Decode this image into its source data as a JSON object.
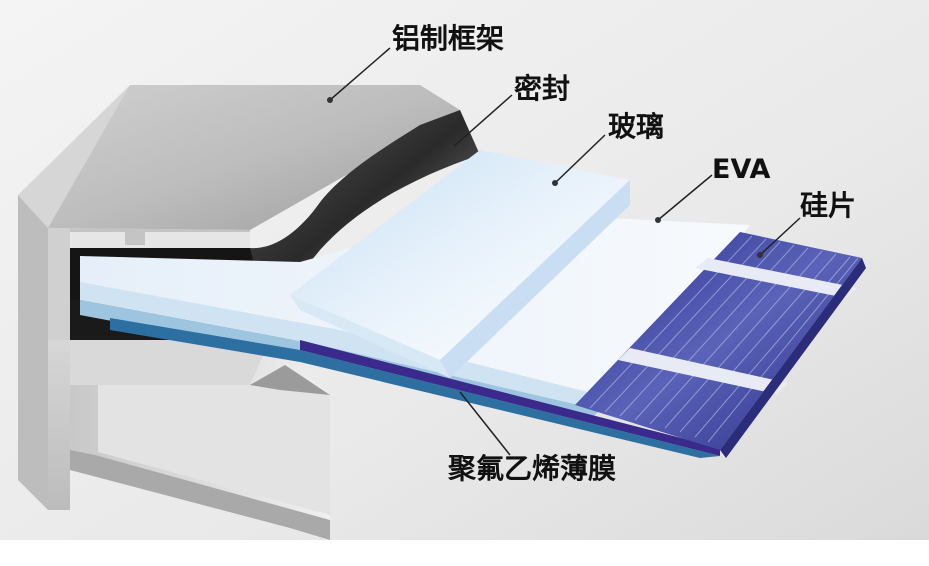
{
  "labels": {
    "frame": "铝制框架",
    "seal": "密封",
    "glass": "玻璃",
    "eva": "EVA",
    "silicon": "硅片",
    "film": "聚氟乙烯薄膜"
  },
  "colors": {
    "aluminum_light": "#e4e4e4",
    "aluminum_mid": "#b8b8b8",
    "aluminum_dark": "#7a7a7a",
    "seal": "#1e1e1e",
    "glass": "#dbeaf8",
    "eva": "#eef4fb",
    "silicon": "#3b3f9a",
    "backsheet": "#3a2a8c"
  }
}
